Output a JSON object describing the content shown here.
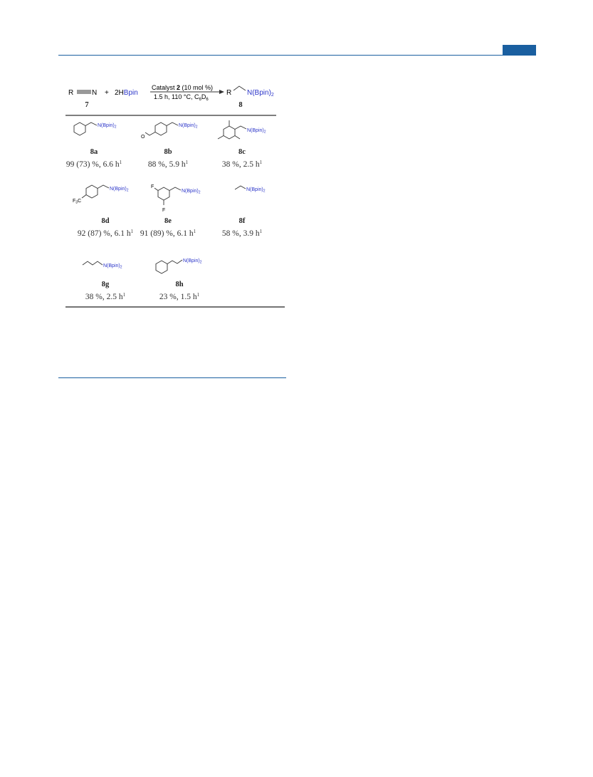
{
  "colors": {
    "accent": "#1a5fa0",
    "reagent_blue": "#2b35c9"
  },
  "reaction": {
    "reactant_r": "R",
    "reactant_n": "N",
    "plus": "+",
    "borane_coef": "2H",
    "borane": "Bpin",
    "reactant_label": "7",
    "conditions_line1_a": "Catalyst ",
    "conditions_line1_b": "2",
    "conditions_line1_c": " (10 mol %)",
    "conditions_line2_a": "1.5 h, 110 °C, C",
    "conditions_line2_sub1": "6",
    "conditions_line2_b": "D",
    "conditions_line2_sub2": "6",
    "product_r": "R",
    "product_group": "N(Bpin)",
    "product_sub": "2",
    "product_label": "8"
  },
  "substituents": {
    "methoxy": "O",
    "trifluoromethyl": "F",
    "trifluoromethyl_sub": "3",
    "trifluoromethyl_c": "C",
    "fluoro": "F",
    "amine": "N(Bpin)",
    "amine_sub": "2"
  },
  "products": [
    {
      "label": "8a",
      "yield": "99 (73) %, 6.6 h",
      "sup": "1"
    },
    {
      "label": "8b",
      "yield": "88 %, 5.9 h",
      "sup": "1"
    },
    {
      "label": "8c",
      "yield": "38 %, 2.5 h",
      "sup": "1"
    },
    {
      "label": "8d",
      "yield": "92 (87) %, 6.1 h",
      "sup": "1"
    },
    {
      "label": "8e",
      "yield": "91 (89) %, 6.1 h",
      "sup": "1"
    },
    {
      "label": "8f",
      "yield": "58 %, 3.9 h",
      "sup": "1"
    },
    {
      "label": "8g",
      "yield": "38 %, 2.5 h",
      "sup": "1"
    },
    {
      "label": "8h",
      "yield": "23 %, 1.5 h",
      "sup": "1"
    }
  ]
}
